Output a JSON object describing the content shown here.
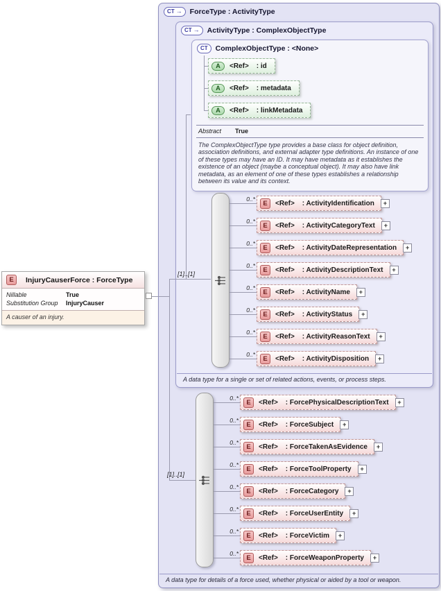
{
  "badges": {
    "element": "E",
    "attribute": "A",
    "complex_type": "CT",
    "derived_arrow": "→",
    "expand": "+"
  },
  "injury_causer": {
    "title": "InjuryCauserForce : ForceType",
    "properties": [
      {
        "name": "Nillable",
        "value": "True"
      },
      {
        "name": "Substitution Group",
        "value": "InjuryCauser"
      }
    ],
    "annotation": "A causer of an injury."
  },
  "force_type": {
    "title": "ForceType : ActivityType",
    "cardinality": "[1]..[1]",
    "annotation": "A data type for details of a force used, whether physical or aided by a tool or weapon.",
    "elements": [
      {
        "occurs": "0..*",
        "ref": "<Ref>",
        "name": ": ForcePhysicalDescriptionText"
      },
      {
        "occurs": "0..*",
        "ref": "<Ref>",
        "name": ": ForceSubject"
      },
      {
        "occurs": "0..*",
        "ref": "<Ref>",
        "name": ": ForceTakenAsEvidence"
      },
      {
        "occurs": "0..*",
        "ref": "<Ref>",
        "name": ": ForceToolProperty"
      },
      {
        "occurs": "0..*",
        "ref": "<Ref>",
        "name": ": ForceCategory"
      },
      {
        "occurs": "0..*",
        "ref": "<Ref>",
        "name": ": ForceUserEntity"
      },
      {
        "occurs": "0..*",
        "ref": "<Ref>",
        "name": ": ForceVictim"
      },
      {
        "occurs": "0..*",
        "ref": "<Ref>",
        "name": ": ForceWeaponProperty"
      }
    ]
  },
  "activity_type": {
    "title": "ActivityType : ComplexObjectType",
    "cardinality": "[1]..[1]",
    "annotation": "A data type for a single or set of related actions, events, or process steps.",
    "elements": [
      {
        "occurs": "0..*",
        "ref": "<Ref>",
        "name": ": ActivityIdentification"
      },
      {
        "occurs": "0..*",
        "ref": "<Ref>",
        "name": ": ActivityCategoryText"
      },
      {
        "occurs": "0..*",
        "ref": "<Ref>",
        "name": ": ActivityDateRepresentation"
      },
      {
        "occurs": "0..*",
        "ref": "<Ref>",
        "name": ": ActivityDescriptionText"
      },
      {
        "occurs": "0..*",
        "ref": "<Ref>",
        "name": ": ActivityName"
      },
      {
        "occurs": "0..*",
        "ref": "<Ref>",
        "name": ": ActivityStatus"
      },
      {
        "occurs": "0..*",
        "ref": "<Ref>",
        "name": ": ActivityReasonText"
      },
      {
        "occurs": "0..*",
        "ref": "<Ref>",
        "name": ": ActivityDisposition"
      }
    ]
  },
  "complex_object_type": {
    "title": "ComplexObjectType : <None>",
    "attributes": [
      {
        "ref": "<Ref>",
        "name": ": id"
      },
      {
        "ref": "<Ref>",
        "name": ": metadata"
      },
      {
        "ref": "<Ref>",
        "name": ": linkMetadata"
      }
    ],
    "abstract": {
      "label": "Abstract",
      "value": "True"
    },
    "documentation": "The ComplexObjectType type provides a base class for object definition, association definitions, and external adapter type definitions. An instance of one of these types may have an ID. It may have metadata as it establishes the existence of an object (maybe a conceptual object). It may also have link metadata, as an element of one of these types establishes a relationship between its value and its context."
  }
}
